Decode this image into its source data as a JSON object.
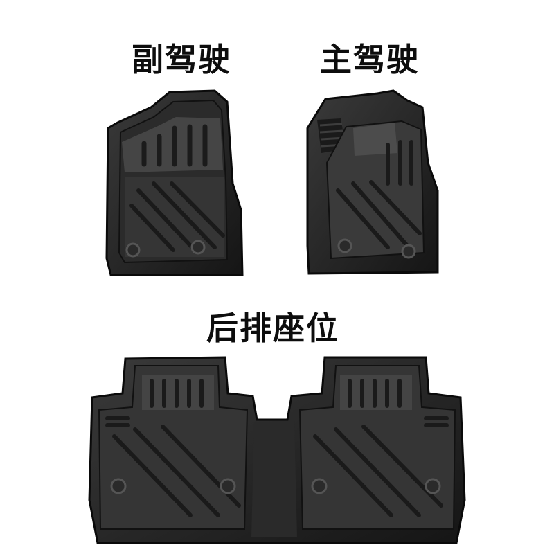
{
  "labels": {
    "passenger": "副驾驶",
    "driver": "主驾驶",
    "rear": "后排座位"
  },
  "colors": {
    "background": "#ffffff",
    "mat_dark": "#1a1a1a",
    "mat_mid": "#2e2e2e",
    "mat_light": "#4a4a4a",
    "text": "#0d0d0d"
  }
}
